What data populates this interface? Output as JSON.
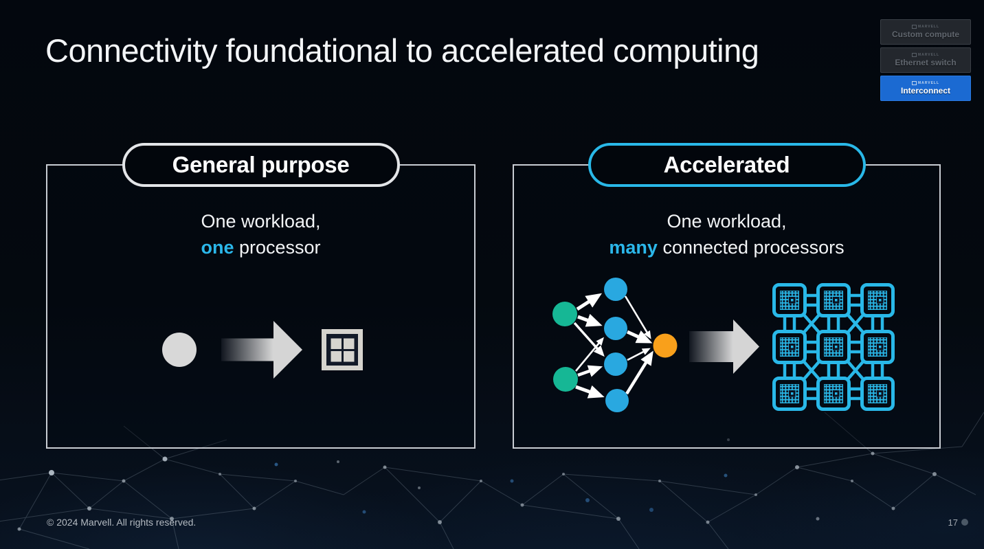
{
  "slide": {
    "title": "Connectivity foundational to accelerated computing",
    "footer": "© 2024 Marvell. All rights reserved.",
    "page_number": "17"
  },
  "legend": {
    "brand": "MARVELL",
    "items": [
      {
        "label": "Custom compute",
        "active": false
      },
      {
        "label": "Ethernet switch",
        "active": false
      },
      {
        "label": "Interconnect",
        "active": true
      }
    ]
  },
  "panels": {
    "general": {
      "badge": "General purpose",
      "line1": "One workload,",
      "highlight": "one",
      "rest": " processor"
    },
    "accelerated": {
      "badge": "Accelerated",
      "line1": "One workload,",
      "highlight": "many",
      "rest": " connected processors"
    }
  },
  "colors": {
    "accent_cyan": "#29b8e8",
    "highlight_text": "#2bb7ea",
    "node_green": "#16b795",
    "node_cyan": "#29a8e0",
    "node_orange": "#f9a01b",
    "legend_active_blue": "#1b6ad2"
  }
}
